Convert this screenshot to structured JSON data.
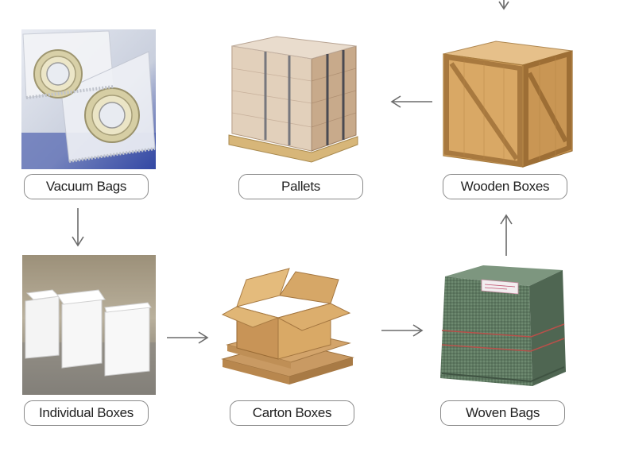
{
  "diagram": {
    "nodes": [
      {
        "id": "vacuum",
        "label": "Vacuum Bags"
      },
      {
        "id": "pallets",
        "label": "Pallets"
      },
      {
        "id": "wooden",
        "label": "Wooden Boxes"
      },
      {
        "id": "individual",
        "label": "Individual Boxes"
      },
      {
        "id": "carton",
        "label": "Carton Boxes"
      },
      {
        "id": "woven",
        "label": "Woven Bags"
      }
    ],
    "edges": [
      {
        "from": "vacuum",
        "to": "individual"
      },
      {
        "from": "individual",
        "to": "carton"
      },
      {
        "from": "carton",
        "to": "woven"
      },
      {
        "from": "woven",
        "to": "wooden"
      },
      {
        "from": "wooden",
        "to": "pallets"
      }
    ],
    "colors": {
      "label_border": "#8a8a8a",
      "arrow": "#6b6b6b",
      "background": "#ffffff"
    }
  }
}
